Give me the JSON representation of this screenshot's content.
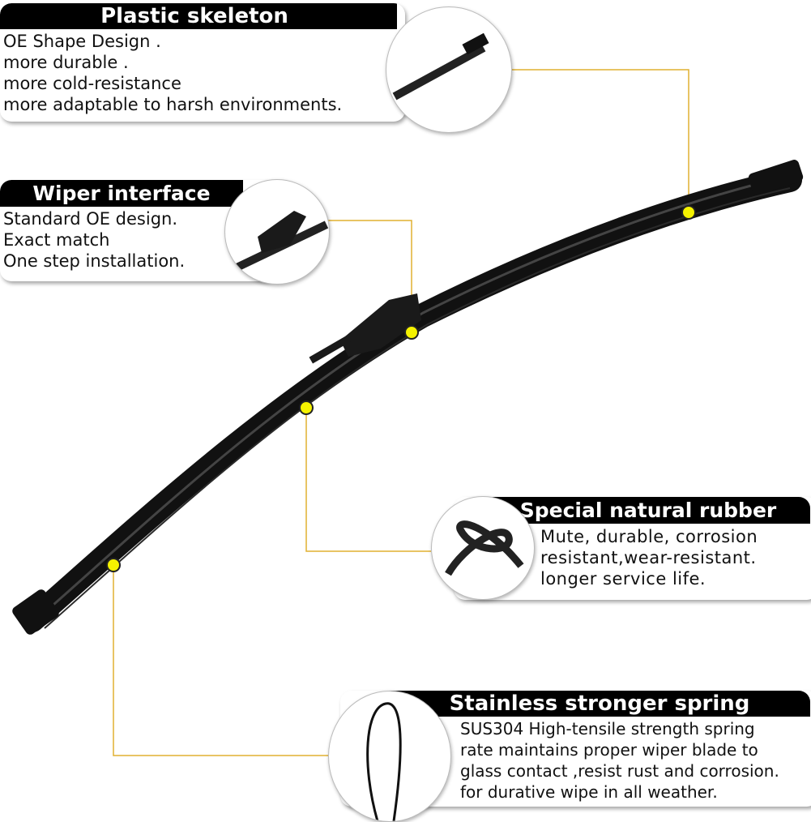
{
  "colors": {
    "callout_line": "#e0b030",
    "dot": "#f5f200",
    "header_bg": "#000000"
  },
  "callouts": [
    {
      "title": "Plastic skeleton",
      "lines": [
        "OE Shape Design .",
        "more durable .",
        "more cold-resistance",
        "more adaptable to harsh environments."
      ]
    },
    {
      "title": "Wiper interface",
      "lines": [
        "Standard OE design.",
        "Exact match",
        "One step installation."
      ]
    },
    {
      "title": "Special natural rubber",
      "lines": [
        "Mute, durable, corrosion",
        "resistant,wear-resistant.",
        "longer service life."
      ]
    },
    {
      "title": "Stainless stronger spring",
      "lines": [
        "SUS304 High-tensile strength spring",
        "rate maintains proper wiper blade to",
        "glass contact ,resist rust and corrosion.",
        "for durative wipe in all weather."
      ]
    }
  ]
}
